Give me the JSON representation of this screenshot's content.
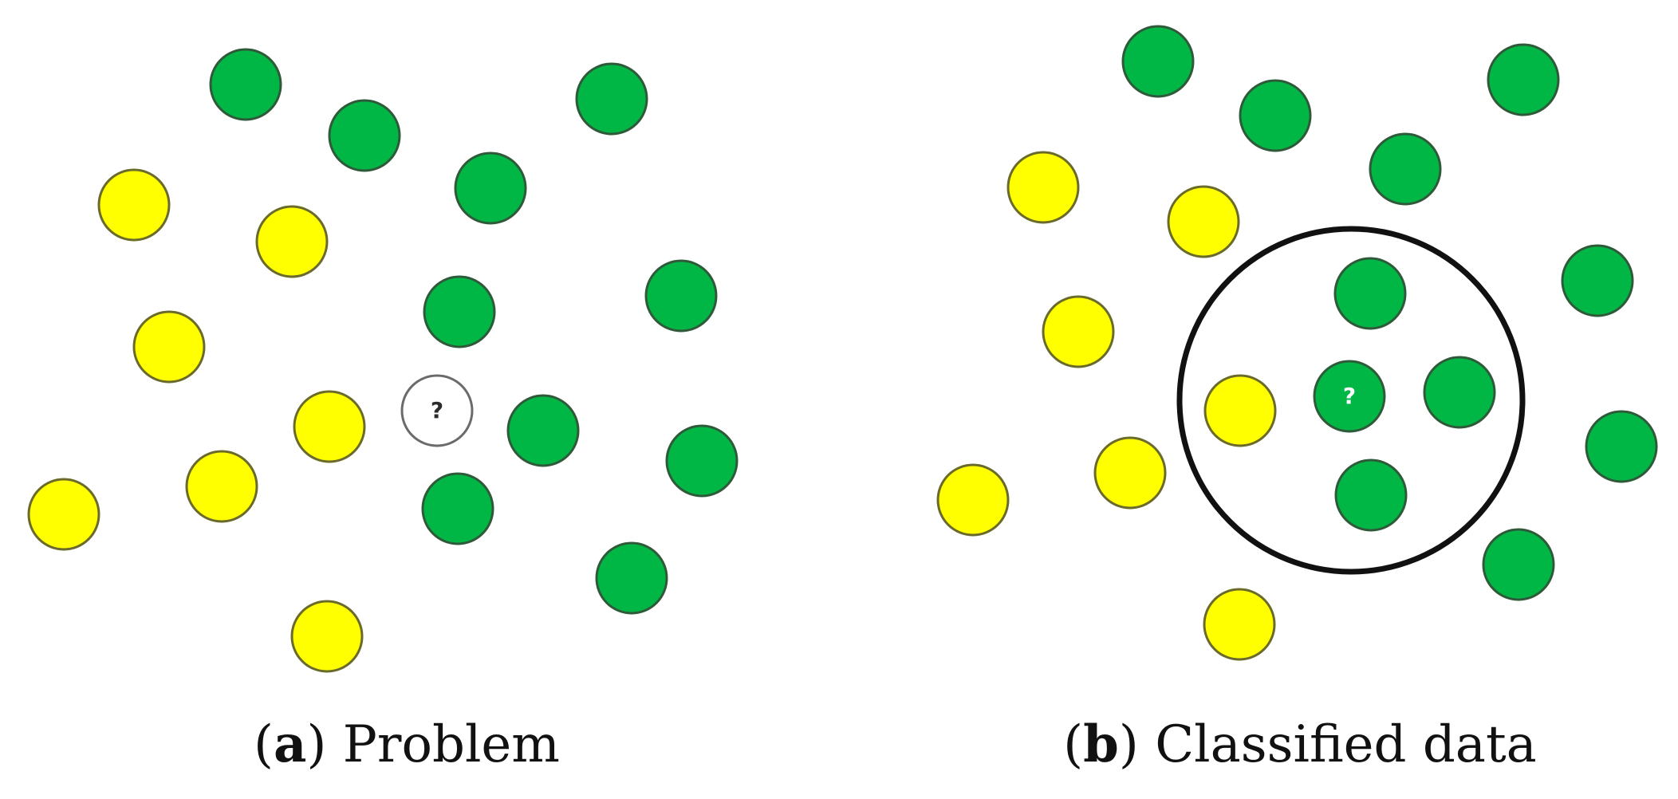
{
  "panels": [
    {
      "id": "a",
      "caption_letter": "a",
      "caption_text": "Problem",
      "unknown_label": "?"
    },
    {
      "id": "b",
      "caption_letter": "b",
      "caption_text": "Classified data",
      "unknown_label": "?",
      "neighborhood_shown": true
    }
  ],
  "colors": {
    "class_yellow": "#ffff00",
    "class_green": "#00b745",
    "unknown": "#ffffff",
    "neighborhood": "#111111"
  }
}
